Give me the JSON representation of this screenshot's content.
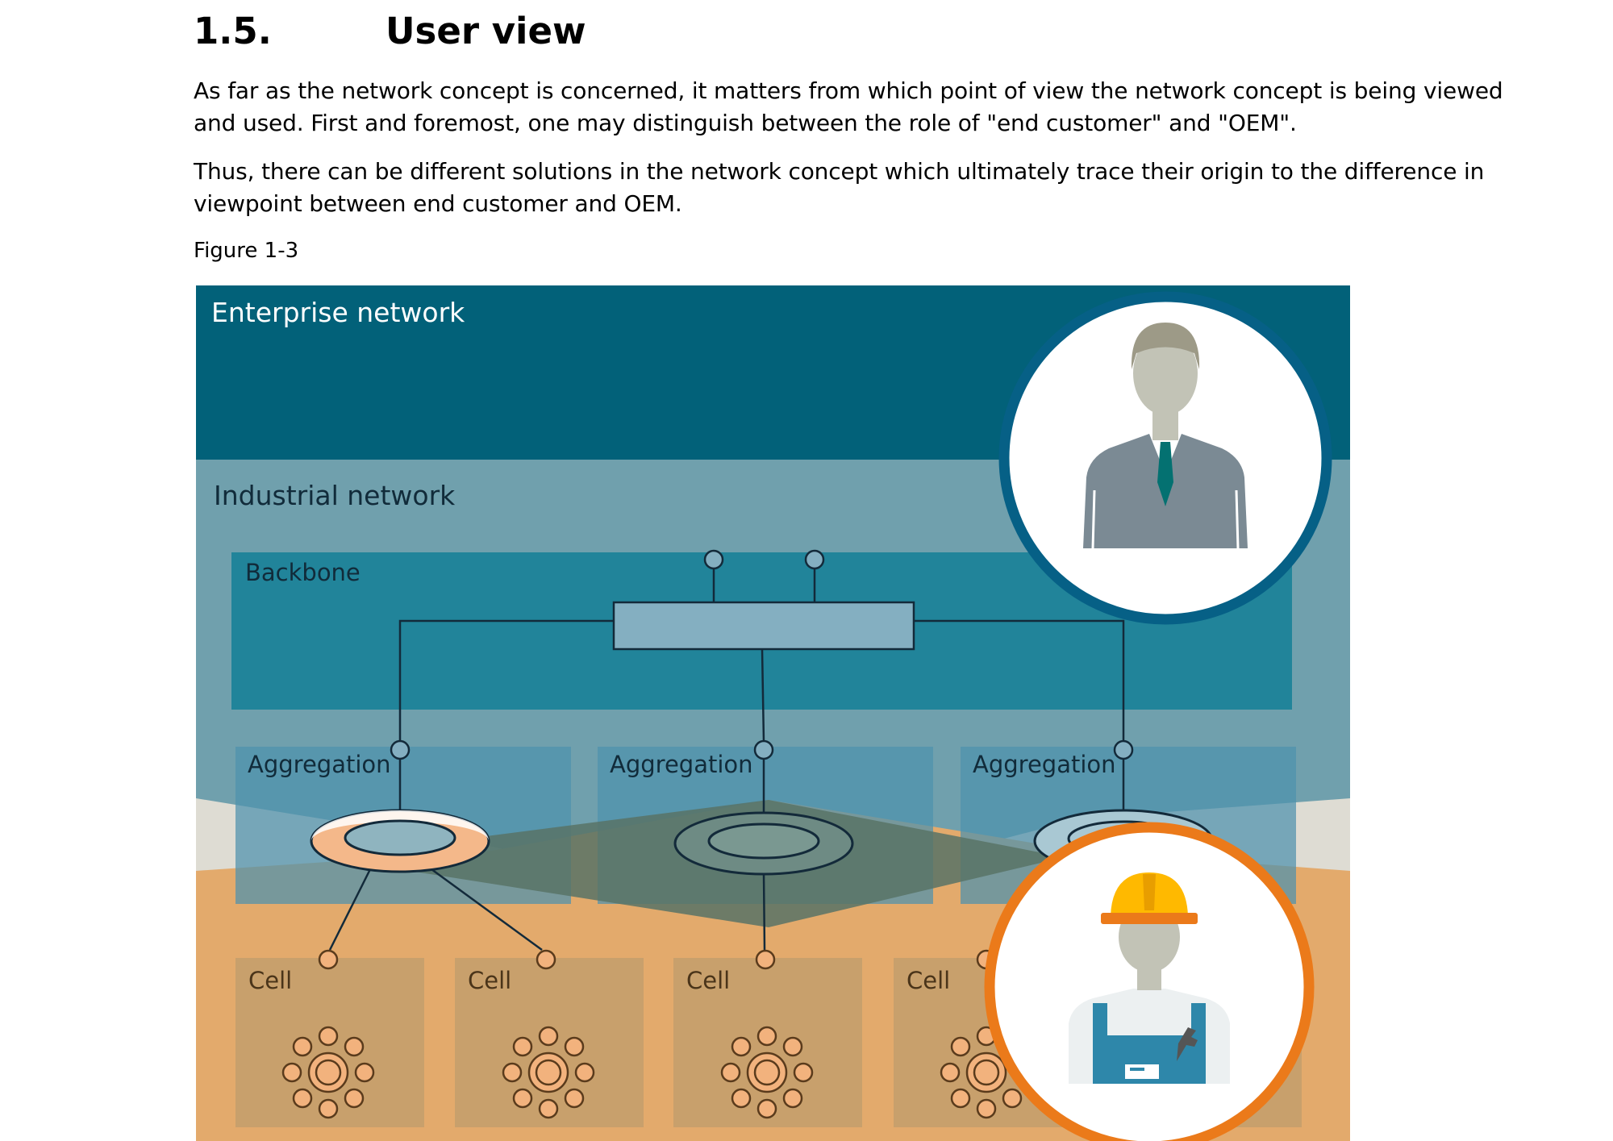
{
  "section": {
    "number": "1.5.",
    "title": "User view"
  },
  "paragraphs": [
    "As far as the network concept is concerned, it matters from which point of view the network concept is being viewed and used. First and foremost, one may distinguish between the role of \"end customer\" and \"OEM\".",
    "Thus, there can be different solutions in the network concept which ultimately trace their origin to the difference in viewpoint between end customer and OEM."
  ],
  "figure": {
    "caption": "Figure 1-3",
    "labels": {
      "enterprise": "Enterprise network",
      "industrial": "Industrial network",
      "backbone": "Backbone",
      "aggregation": [
        "Aggregation",
        "Aggregation",
        "Aggregation"
      ],
      "cell": [
        "Cell",
        "Cell",
        "Cell",
        "Cell"
      ]
    },
    "icons": {
      "end_customer": "businessman-icon",
      "oem": "engineer-icon"
    },
    "colors": {
      "enterprise": "#026179",
      "industrial": "#70A0AD",
      "backbone": "#21849A",
      "aggregation": "#4E91AD",
      "cell_area": "#E3AA6C",
      "cell_box": "#C8A06C",
      "node": "#F2B27D",
      "customer_ring": "#066086",
      "oem_ring": "#EB7A1A"
    }
  }
}
